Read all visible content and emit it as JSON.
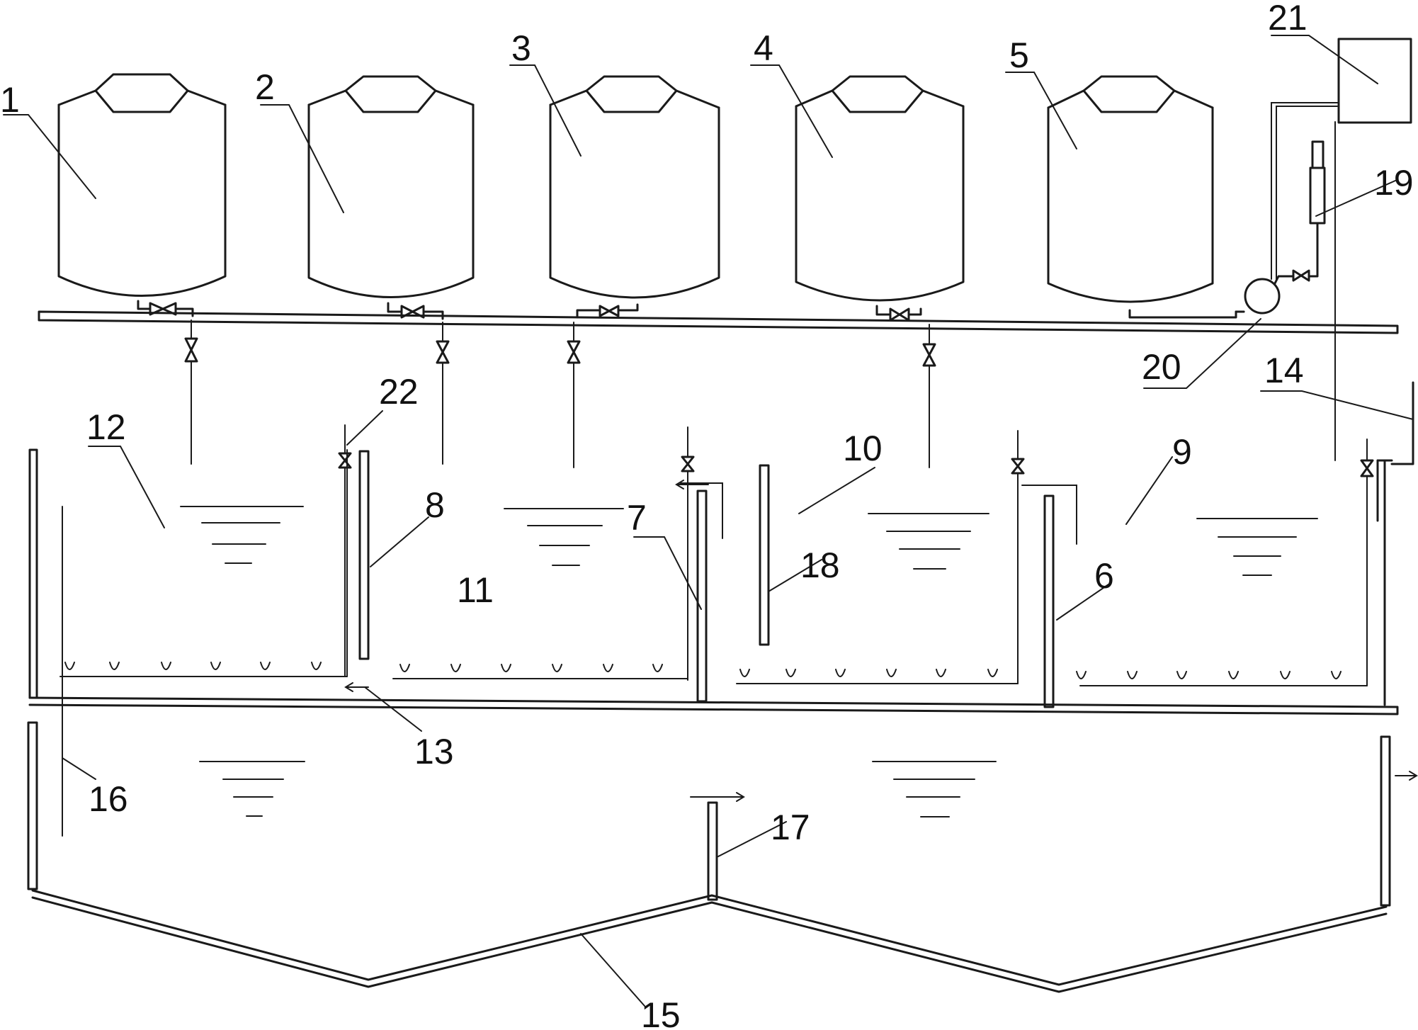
{
  "figure": {
    "background": "#ffffff",
    "stroke": "#1a1a1a",
    "labels": {
      "tank_1": "1",
      "tank_2": "2",
      "tank_3": "3",
      "tank_4": "4",
      "tank_5": "5",
      "partition_6": "6",
      "partition_7": "7",
      "partition_8": "8",
      "chamber_9": "9",
      "chamber_10": "10",
      "chamber_11": "11",
      "chamber_12": "12",
      "pipe_13": "13",
      "outlet_14": "14",
      "bottom_15": "15",
      "pipe_16": "16",
      "baffle_17": "17",
      "pipe_18": "18",
      "flowmeter_19": "19",
      "pump_20": "20",
      "box_21": "21",
      "valve_22": "22"
    }
  }
}
